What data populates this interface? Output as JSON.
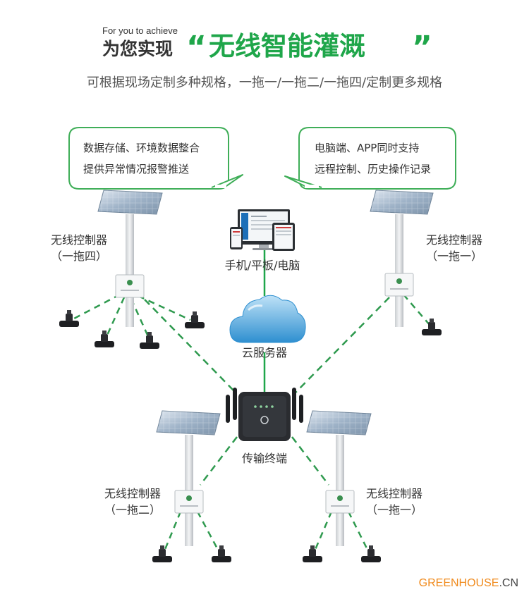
{
  "header": {
    "en_line": "For you to achieve",
    "cn_prefix": "为您实现",
    "quote_open": "“",
    "highlight": "无线智能灌溉",
    "quote_close": "”",
    "subtitle": "可根据现场定制多种规格，一拖一/一拖二/一拖四/定制更多规格"
  },
  "bubbles": {
    "left": {
      "line1": "数据存储、环境数据整合",
      "line2": "提供异常情况报警推送"
    },
    "right": {
      "line1": "电脑端、APP同时支持",
      "line2": "远程控制、历史操作记录"
    }
  },
  "labels": {
    "devices": "手机/平板/电脑",
    "cloud": "云服务器",
    "terminal": "传输终端",
    "controller_tl_name": "无线控制器",
    "controller_tl_spec": "（一拖四）",
    "controller_tr_name": "无线控制器",
    "controller_tr_spec": "（一拖一）",
    "controller_bl_name": "无线控制器",
    "controller_bl_spec": "（一拖二）",
    "controller_br_name": "无线控制器",
    "controller_br_spec": "（一拖一）"
  },
  "watermark": {
    "main": "GREENHOUSE",
    "suffix": ".CN"
  },
  "colors": {
    "accent_green": "#1fa64a",
    "dash_green": "#2f9a4f",
    "bubble_border": "#3fae58",
    "text_dark": "#333333",
    "text_gray": "#555555",
    "watermark_orange": "#f08a1c"
  }
}
